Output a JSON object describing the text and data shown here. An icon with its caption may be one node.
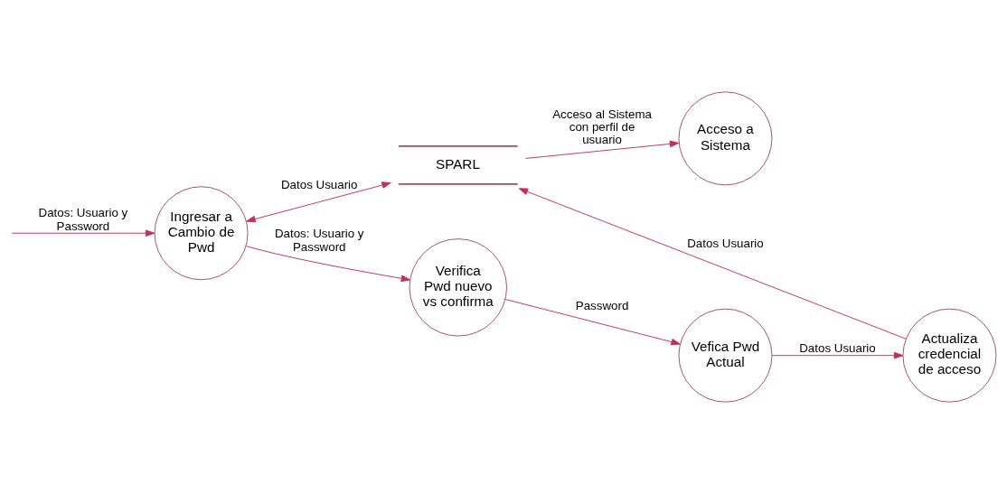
{
  "diagram": {
    "nodes": [
      {
        "text": [
          "Ingresar a Cambio de Pwd"
        ]
      },
      {
        "text": [
          "SPARL"
        ]
      },
      {
        "text": [
          "Acceso a Sistema"
        ]
      },
      {
        "text": [
          "Actualiza credencial de acceso"
        ]
      },
      {
        "text": [
          "Verifica Pwd nuevo vs confirma"
        ]
      },
      {
        "text": [
          "Vefica Pwd Actual"
        ]
      }
    ],
    "edges": [
      {
        "from": null,
        "to": 0,
        "arrow": "to",
        "label": "Datos: Usuario y Password"
      },
      {
        "from": 0,
        "to": 1,
        "arrow": "both",
        "label": "Datos Usuario"
      },
      {
        "from": 1,
        "to": 2,
        "arrow": "to",
        "label": "Acceso al Sistema con perfil de usuario"
      },
      {
        "from": 3,
        "to": 1,
        "arrow": "to",
        "label": "Datos Usuario"
      },
      {
        "from": 0,
        "to": 4,
        "arrow": "to",
        "label": "Datos: Usuario y Password"
      },
      {
        "from": 4,
        "to": 5,
        "arrow": "to",
        "label": "Password"
      },
      {
        "from": 5,
        "to": 3,
        "arrow": "to",
        "label": "Datos Usuario"
      }
    ]
  }
}
